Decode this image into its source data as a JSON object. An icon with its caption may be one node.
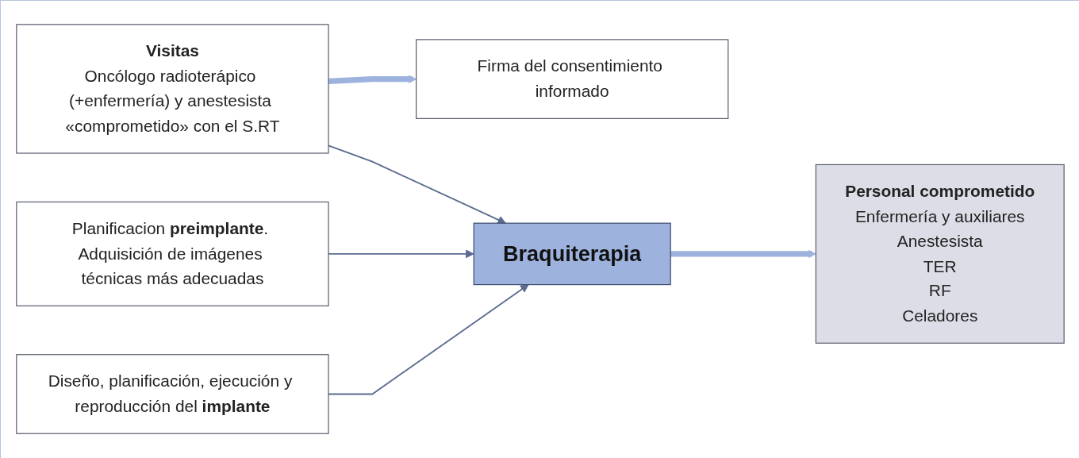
{
  "diagram": {
    "nodes": [
      {
        "text": [
          "Visitas",
          "Oncólogo radioterápico (+enfermería) y anestesista «comprometido» con el S.RT"
        ]
      },
      {
        "text": [
          "Firma del consentimiento informado"
        ]
      },
      {
        "text": [
          "Planificacion **preimplante**. Adquisición de imágenes técnicas más adecuadas"
        ]
      },
      {
        "text": [
          "Braquiterapia"
        ]
      },
      {
        "text": [
          "Diseño, planificación, ejecución y reproducción del **implante**"
        ]
      },
      {
        "text": [
          "Personal comprometido",
          "Enfermería y auxiliares",
          "Anestesista",
          "TER",
          "RF",
          "Celadores"
        ]
      }
    ],
    "edges": [
      {
        "from": 0,
        "to": 3,
        "arrow": "to"
      },
      {
        "from": 2,
        "to": 3,
        "arrow": "to"
      },
      {
        "from": 4,
        "to": 3,
        "arrow": "to"
      },
      {
        "from": 0,
        "to": 1,
        "arrow": "to",
        "style": "thick",
        "color": "#9db3de"
      },
      {
        "from": 3,
        "to": 5,
        "arrow": "to",
        "style": "thick",
        "color": "#9db3de"
      }
    ]
  }
}
